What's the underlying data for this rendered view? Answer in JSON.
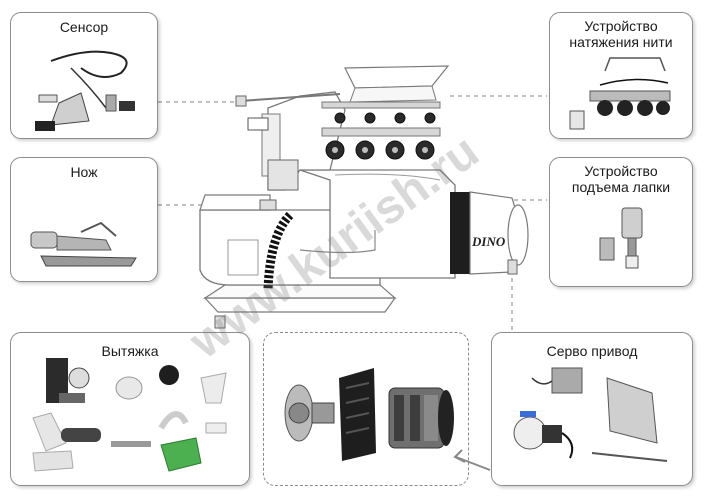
{
  "panels": {
    "sensor": {
      "label": "Сенсор"
    },
    "knife": {
      "label": "Нож"
    },
    "extraction": {
      "label": "Вытяжка"
    },
    "thread_tension": {
      "label": "Устройство\nнатяжения нити"
    },
    "foot_lift": {
      "label": "Устройство\nподъема лапки"
    },
    "servo": {
      "label": "Серво привод"
    }
  },
  "machine": {
    "brand": "DINO"
  },
  "watermark": "www.kuriish.ru",
  "colors": {
    "border": "#8d8d8d",
    "machine_line": "#7a7a7a",
    "dark_part": "#222222"
  }
}
